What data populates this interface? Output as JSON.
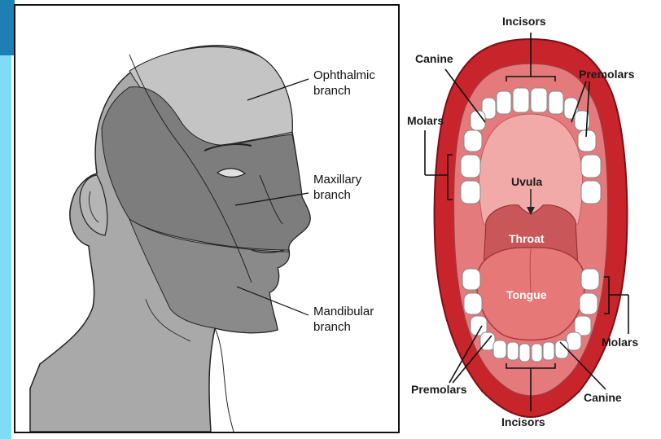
{
  "head_diagram": {
    "branches": [
      {
        "line1": "Ophthalmic",
        "line2": "branch"
      },
      {
        "line1": "Maxillary",
        "line2": "branch"
      },
      {
        "line1": "Mandibular",
        "line2": "branch"
      }
    ]
  },
  "mouth_diagram": {
    "labels": {
      "incisors_top": "Incisors",
      "canine_top": "Canine",
      "premolars_top": "Premolars",
      "molars_left": "Molars",
      "uvula": "Uvula",
      "throat": "Throat",
      "tongue": "Tongue",
      "molars_right": "Molars",
      "premolars_bottom": "Premolars",
      "canine_bottom": "Canine",
      "incisors_bottom": "Incisors"
    }
  },
  "colors": {
    "slide_accent": "#1d7fb2",
    "slide_strip": "#7fdcf6",
    "lips": "#c8242b",
    "gums": "#e57a7c",
    "tongue": "#e77878"
  }
}
